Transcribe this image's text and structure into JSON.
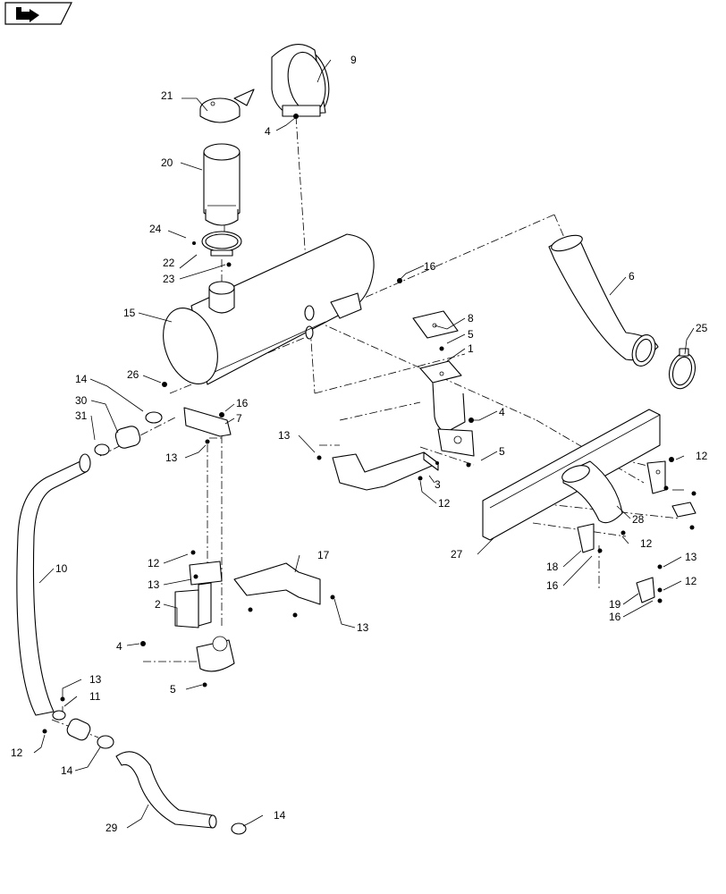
{
  "diagram": {
    "nav_icon": "forward-arrow-icon",
    "callouts": [
      {
        "id": "c1",
        "label": "1"
      },
      {
        "id": "c2",
        "label": "2"
      },
      {
        "id": "c3",
        "label": "3"
      },
      {
        "id": "c4a",
        "label": "4"
      },
      {
        "id": "c4b",
        "label": "4"
      },
      {
        "id": "c4c",
        "label": "4"
      },
      {
        "id": "c5a",
        "label": "5"
      },
      {
        "id": "c5b",
        "label": "5"
      },
      {
        "id": "c5c",
        "label": "5"
      },
      {
        "id": "c6",
        "label": "6"
      },
      {
        "id": "c7",
        "label": "7"
      },
      {
        "id": "c8",
        "label": "8"
      },
      {
        "id": "c9",
        "label": "9"
      },
      {
        "id": "c10",
        "label": "10"
      },
      {
        "id": "c11",
        "label": "11"
      },
      {
        "id": "c12a",
        "label": "12"
      },
      {
        "id": "c12b",
        "label": "12"
      },
      {
        "id": "c12c",
        "label": "12"
      },
      {
        "id": "c12d",
        "label": "12"
      },
      {
        "id": "c12e",
        "label": "12"
      },
      {
        "id": "c12f",
        "label": "12"
      },
      {
        "id": "c13a",
        "label": "13"
      },
      {
        "id": "c13b",
        "label": "13"
      },
      {
        "id": "c13c",
        "label": "13"
      },
      {
        "id": "c13d",
        "label": "13"
      },
      {
        "id": "c13e",
        "label": "13"
      },
      {
        "id": "c13f",
        "label": "13"
      },
      {
        "id": "c14a",
        "label": "14"
      },
      {
        "id": "c14b",
        "label": "14"
      },
      {
        "id": "c14c",
        "label": "14"
      },
      {
        "id": "c15",
        "label": "15"
      },
      {
        "id": "c16a",
        "label": "16"
      },
      {
        "id": "c16b",
        "label": "16"
      },
      {
        "id": "c16c",
        "label": "16"
      },
      {
        "id": "c16d",
        "label": "16"
      },
      {
        "id": "c17",
        "label": "17"
      },
      {
        "id": "c18",
        "label": "18"
      },
      {
        "id": "c19",
        "label": "19"
      },
      {
        "id": "c20",
        "label": "20"
      },
      {
        "id": "c21",
        "label": "21"
      },
      {
        "id": "c22",
        "label": "22"
      },
      {
        "id": "c23",
        "label": "23"
      },
      {
        "id": "c24",
        "label": "24"
      },
      {
        "id": "c25",
        "label": "25"
      },
      {
        "id": "c26",
        "label": "26"
      },
      {
        "id": "c27",
        "label": "27"
      },
      {
        "id": "c28",
        "label": "28"
      },
      {
        "id": "c29",
        "label": "29"
      },
      {
        "id": "c30",
        "label": "30"
      },
      {
        "id": "c31",
        "label": "31"
      }
    ]
  }
}
